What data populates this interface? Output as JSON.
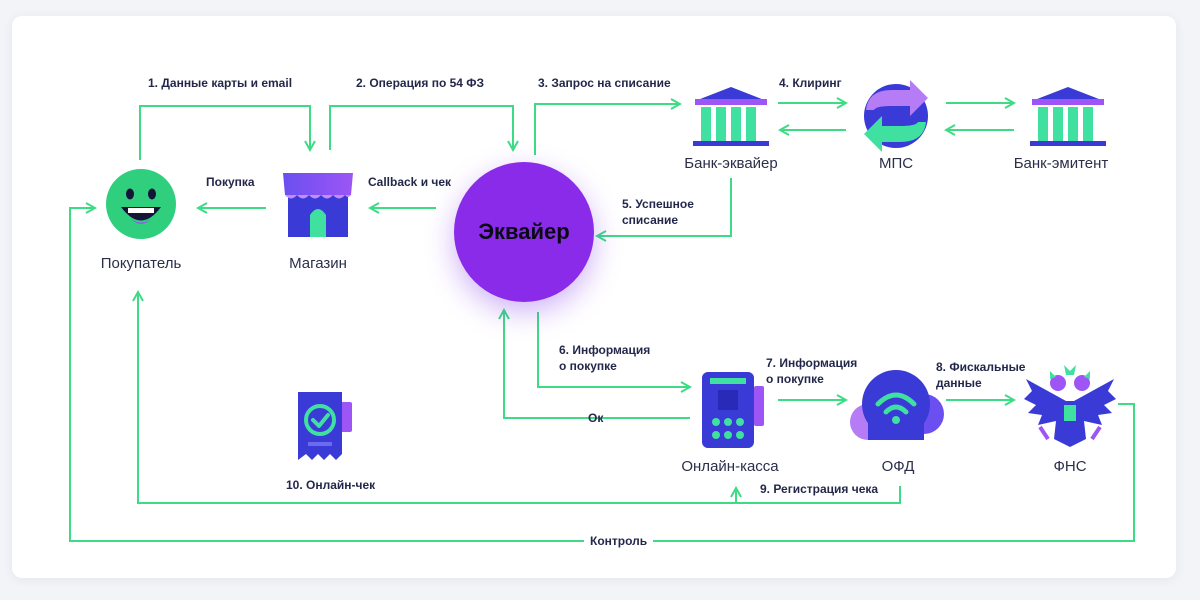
{
  "nodes": {
    "buyer": "Покупатель",
    "shop": "Магазин",
    "acquirer": "Эквайер",
    "acquirer_bank": "Банк-эквайер",
    "mps": "МПС",
    "issuer_bank": "Банк-эмитент",
    "online_kassa": "Онлайн-касса",
    "ofd": "ОФД",
    "fns": "ФНС"
  },
  "steps": {
    "s1": "1. Данные карты и email",
    "s2": "2. Операция по 54 ФЗ",
    "s3": "3. Запрос на списание",
    "s4": "4. Клиринг",
    "s5": "5. Успешное списание",
    "s6": "6. Информация о покупке",
    "s7": "7. Информация о покупке",
    "s8": "8. Фискальные данные",
    "s9": "9. Регистрация чека",
    "s10": "10. Онлайн-чек",
    "purchase": "Покупка",
    "callback": "Callback и чек",
    "ok": "Ок",
    "control": "Контроль"
  },
  "colors": {
    "arrow": "#3ddc84",
    "accent_purple": "#8a2bea",
    "icon_blue": "#3333cc",
    "icon_green": "#3fe0a0"
  },
  "icons": [
    "smiley-icon",
    "shop-icon",
    "bank-icon",
    "exchange-icon",
    "receipt-icon",
    "pos-terminal-icon",
    "cloud-wifi-icon",
    "eagle-emblem-icon"
  ]
}
